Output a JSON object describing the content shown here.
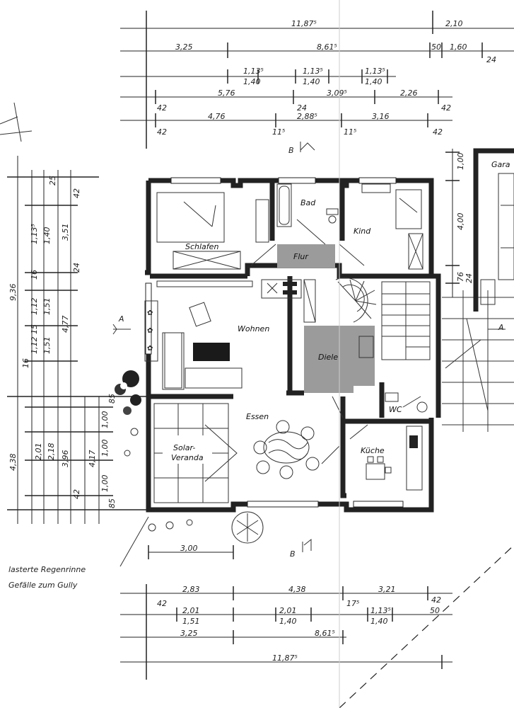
{
  "dimensions_top": {
    "row1": [
      "11,87⁵",
      "2,10"
    ],
    "row2": [
      "3,25",
      "8,61⁵",
      "50",
      "1,60",
      "24"
    ],
    "row3": [
      "1,13⁵",
      "1,40",
      "1,13⁵",
      "1,40",
      "1,13⁵",
      "1,40"
    ],
    "row4": [
      "5,76",
      "3,09⁵",
      "2,26",
      "42",
      "24",
      "42"
    ],
    "row5": [
      "4,76",
      "2,88⁵",
      "3,16",
      "42",
      "11⁵",
      "11⁵",
      "42"
    ]
  },
  "dimensions_left": {
    "upper": [
      "9,36",
      "4,77",
      "3,51",
      "1,13⁵",
      "1,40",
      "16",
      "1,12",
      "1,51",
      "15",
      "1,12",
      "1,51",
      "16",
      "42",
      "24",
      "25"
    ],
    "lower": [
      "4,38",
      "2,01",
      "2,18",
      "3,96",
      "4,17",
      "1,00",
      "1,00",
      "1,00",
      "42",
      "85",
      "85"
    ]
  },
  "dimensions_bottom": {
    "row1": [
      "3,00"
    ],
    "row2": [
      "2,83",
      "4,38",
      "3,21",
      "42",
      "17⁵"
    ],
    "row3": [
      "2,01",
      "1,51",
      "2,01",
      "1,40",
      "1,13⁵",
      "1,40",
      "50",
      "42"
    ],
    "row4": [
      "3,25",
      "8,61⁵"
    ],
    "row5": [
      "11,87⁵"
    ]
  },
  "dimensions_right": [
    "1,00",
    "4,00",
    "76",
    "24"
  ],
  "rooms": {
    "schlafen": "Schlafen",
    "bad": "Bad",
    "kind": "Kind",
    "flur": "Flur",
    "wohnen": "Wohnen",
    "diele": "Diele",
    "essen": "Essen",
    "wc": "WC",
    "kueche": "Küche",
    "solar1": "Solar-",
    "solar2": "Veranda",
    "garage": "Gara"
  },
  "section_marks": {
    "b": "B",
    "a": "A"
  },
  "notes": {
    "line1": "lasterte Regenrinne",
    "line2": "Gefälle zum Gully"
  }
}
